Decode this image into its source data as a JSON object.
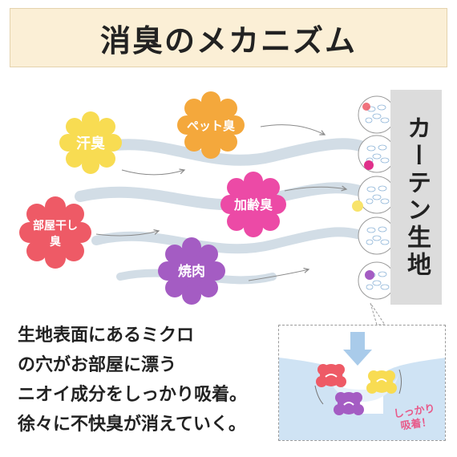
{
  "title": "消臭のメカニズム",
  "odors": [
    {
      "label": "汗臭",
      "color": "#f8dc52"
    },
    {
      "label": "ペット臭",
      "color": "#f4a83c"
    },
    {
      "label": "加齢臭",
      "color": "#ec4aa6"
    },
    {
      "label_line1": "部屋干し",
      "label_line2": "臭",
      "color": "#ee5a66"
    },
    {
      "label": "焼肉",
      "color": "#a45cc3"
    }
  ],
  "fabric_label": "カーテン生地",
  "description": [
    "生地表面にあるミクロ",
    "の穴がお部屋に漂う",
    "ニオイ成分をしっかり吸着。",
    "徐々に不快臭が消えていく。"
  ],
  "catch": {
    "line1": "しっかり",
    "line2": "吸着！"
  },
  "colors": {
    "banner_bg": "#fbefd6",
    "wind": "#d2dde6",
    "fabric_panel": "#dcdcdc",
    "accent_pink": "#e85a8a",
    "pore_blue": "#cfe3f4"
  }
}
